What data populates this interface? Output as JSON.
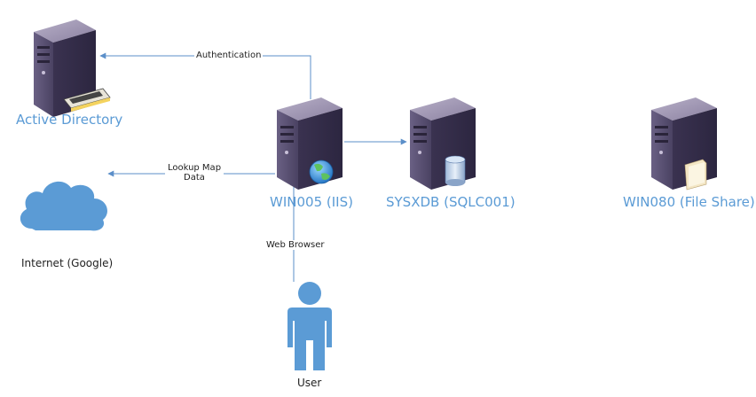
{
  "colors": {
    "connector": "#5b8fc9",
    "node_label": "#5b9bd5",
    "server_dark": "#3d3550",
    "server_mid": "#5a4f72",
    "server_light": "#8a80a0",
    "cloud": "#5b9bd5",
    "person": "#5b9bd5"
  },
  "nodes": {
    "active_directory": {
      "label": "Active Directory",
      "icon": "server-with-card-reader-icon"
    },
    "win005": {
      "label": "WIN005 (IIS)",
      "icon": "web-server-globe-icon"
    },
    "sysxdb": {
      "label": "SYSXDB (SQLC001)",
      "icon": "database-server-icon"
    },
    "win080": {
      "label": "WIN080 (File Share)",
      "icon": "file-server-icon"
    },
    "internet": {
      "label": "Internet (Google)",
      "icon": "cloud-icon"
    },
    "user": {
      "label": "User",
      "icon": "person-icon"
    }
  },
  "edges": {
    "authentication": "Authentication",
    "lookup_line1": "Lookup Map",
    "lookup_line2": "Data",
    "web_browser": "Web Browser"
  }
}
